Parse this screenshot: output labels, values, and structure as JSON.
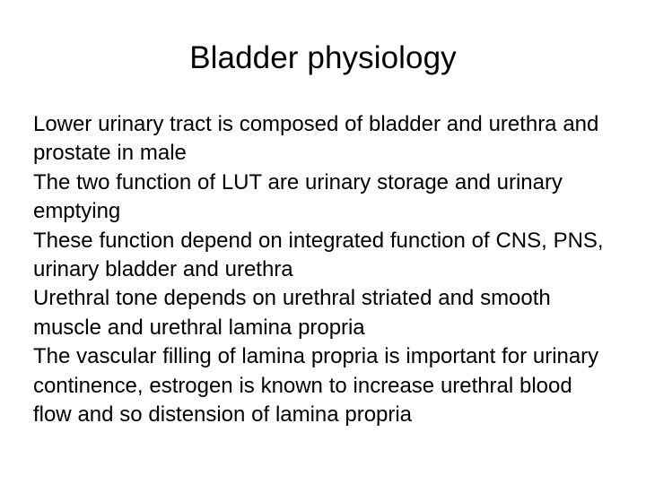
{
  "slide": {
    "title": "Bladder physiology",
    "background_color": "#ffffff",
    "text_color": "#000000",
    "body_paragraphs": [
      "Lower urinary tract is composed of bladder and urethra and prostate in male",
      "The two function of LUT are urinary storage and urinary emptying",
      "These function depend on integrated function of CNS, PNS, urinary bladder and urethra",
      "Urethral tone depends on urethral striated and smooth muscle and urethral lamina propria",
      "The vascular filling of lamina propria is important for urinary continence, estrogen is known to increase urethral blood flow and so distension of lamina propria"
    ]
  }
}
